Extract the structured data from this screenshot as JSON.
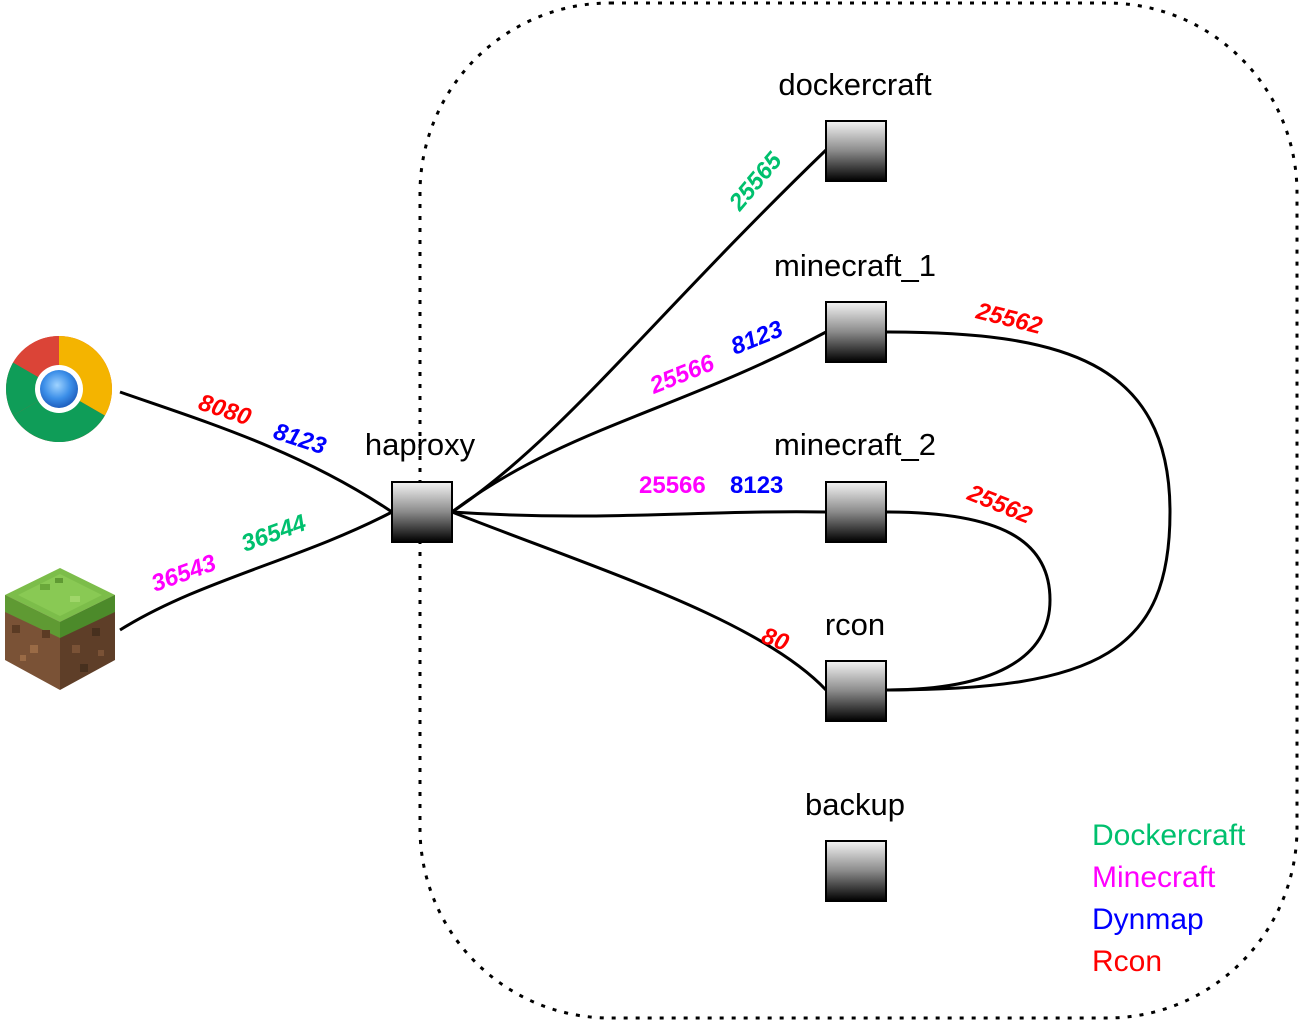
{
  "nodes": {
    "dockercraft": "dockercraft",
    "minecraft_1": "minecraft_1",
    "minecraft_2": "minecraft_2",
    "rcon": "rcon",
    "backup": "backup",
    "haproxy": "haproxy"
  },
  "clients": {
    "browser_icon": "chrome-browser-icon",
    "minecraft_icon": "minecraft-grass-block-icon"
  },
  "ports": {
    "chrome_rcon": "8080",
    "chrome_dynmap": "8123",
    "mc_minecraft": "36543",
    "mc_dockercraft": "36544",
    "dockercraft": "25565",
    "minecraft_1_minecraft": "25566",
    "minecraft_1_dynmap": "8123",
    "minecraft_2_minecraft": "25566",
    "minecraft_2_dynmap": "8123",
    "rcon_http": "80",
    "rcon_minecraft_1": "25562",
    "rcon_minecraft_2": "25562"
  },
  "legend": [
    {
      "label": "Dockercraft",
      "color": "#00c06e"
    },
    {
      "label": "Minecraft",
      "color": "#ff00ff"
    },
    {
      "label": "Dynmap",
      "color": "#0000ff"
    },
    {
      "label": "Rcon",
      "color": "#ff0000"
    }
  ],
  "colors": {
    "dockercraft": "#00c06e",
    "minecraft": "#ff00ff",
    "dynmap": "#0000ff",
    "rcon": "#ff0000"
  }
}
